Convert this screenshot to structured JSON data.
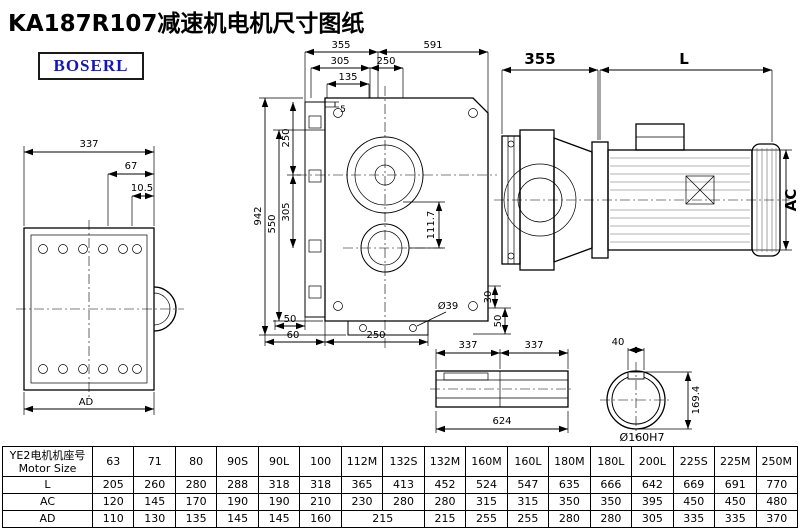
{
  "page": {
    "title": "KA187R107减速机电机尺寸图纸"
  },
  "logo": {
    "text": "BOSERL",
    "color": "#1515b8"
  },
  "views": {
    "front": {
      "d337": "337",
      "d67": "67",
      "d10_5": "10.5",
      "dAD": "AD"
    },
    "main": {
      "d355": "355",
      "d591": "591",
      "d305_top": "305",
      "d250_top": "250",
      "d135": "135",
      "d942": "942",
      "d550": "550",
      "d250_v": "250",
      "d305_v": "305",
      "d5": "5",
      "d111_7": "111.7",
      "d50_left": "50",
      "d60": "60",
      "d250_bottom": "250",
      "dia39": "Ø39",
      "d30": "30",
      "d50_right": "50"
    },
    "motor": {
      "d355": "355",
      "dL": "L",
      "dAC": "AC"
    },
    "shaft": {
      "d337_a": "337",
      "d337_b": "337",
      "d624": "624"
    },
    "bore": {
      "d40": "40",
      "d169_4": "169.4",
      "bore_label": "Ø160H7"
    }
  },
  "table": {
    "header_cn": "YE2电机机座号",
    "header_en": "Motor Size",
    "columns": [
      "63",
      "71",
      "80",
      "90S",
      "90L",
      "100",
      "112M",
      "132S",
      "132M",
      "160M",
      "160L",
      "180M",
      "180L",
      "200L",
      "225S",
      "225M",
      "250M"
    ],
    "rows": [
      {
        "label": "L",
        "values": [
          "205",
          "260",
          "280",
          "288",
          "318",
          "318",
          "365",
          "413",
          "452",
          "524",
          "547",
          "635",
          "666",
          "642",
          "669",
          "691",
          "770"
        ]
      },
      {
        "label": "AC",
        "values": [
          "120",
          "145",
          "170",
          "190",
          "190",
          "210",
          "230",
          "280",
          "280",
          "315",
          "315",
          "350",
          "350",
          "395",
          "450",
          "450",
          "480"
        ]
      },
      {
        "label": "AD",
        "values": [
          "110",
          "130",
          "135",
          "145",
          "145",
          "160",
          "215",
          "215",
          "255",
          "255",
          "280",
          "280",
          "305",
          "335",
          "335",
          "370"
        ]
      }
    ]
  }
}
